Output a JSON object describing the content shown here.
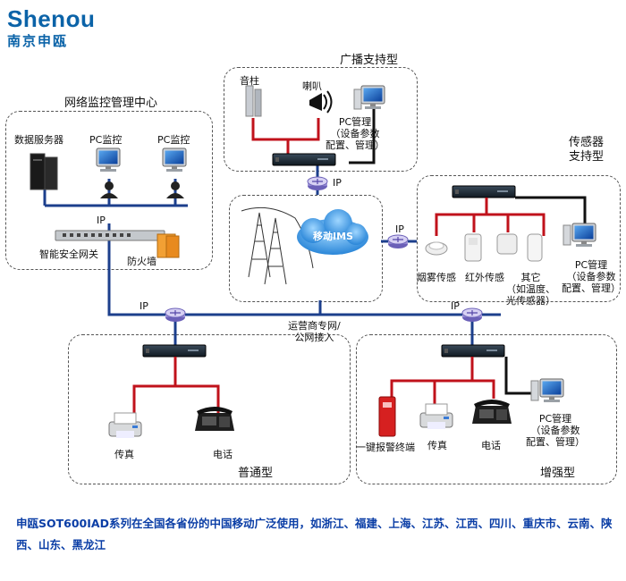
{
  "logo": {
    "name": "Shenou",
    "chinese": "南京申瓯"
  },
  "groups": {
    "broadcast": {
      "title": "广播支持型",
      "speaker": "音柱",
      "horn": "喇叭",
      "pc": "PC管理\n（设备参数\n配置、管理）"
    },
    "monitor": {
      "title": "网络监控管理中心",
      "server": "数据服务器",
      "pc1": "PC监控",
      "pc2": "PC监控",
      "gateway": "智能安全网关",
      "firewall": "防火墙"
    },
    "sensor": {
      "title": "传感器\n支持型",
      "smoke": "烟雾传感",
      "infrared": "红外传感",
      "other": "其它\n（如温度、\n光传感器）",
      "pc": "PC管理\n（设备参数\n配置、管理）"
    },
    "ims": {
      "cloud": "移动IMS"
    },
    "carrier": {
      "label": "运营商专网/\n公网接入"
    },
    "ip_labels": [
      "IP",
      "IP",
      "IP",
      "IP",
      "IP"
    ],
    "normal": {
      "title": "普通型",
      "fax": "传真",
      "phone": "电话"
    },
    "enhanced": {
      "title": "增强型",
      "alarm": "一键报警终端",
      "fax": "传真",
      "phone": "电话",
      "pc": "PC管理\n（设备参数\n配置、管理）"
    }
  },
  "caption": "申瓯SOT600IAD系列在全国各省份的中国移动广泛使用，如浙江、福建、上海、江苏、江西、四川、重庆市、云南、陕西、山东、黑龙江",
  "colors": {
    "link_blue": "#1c3f8c",
    "link_red": "#c0121b",
    "link_black": "#111111",
    "brand": "#0b63a8"
  }
}
